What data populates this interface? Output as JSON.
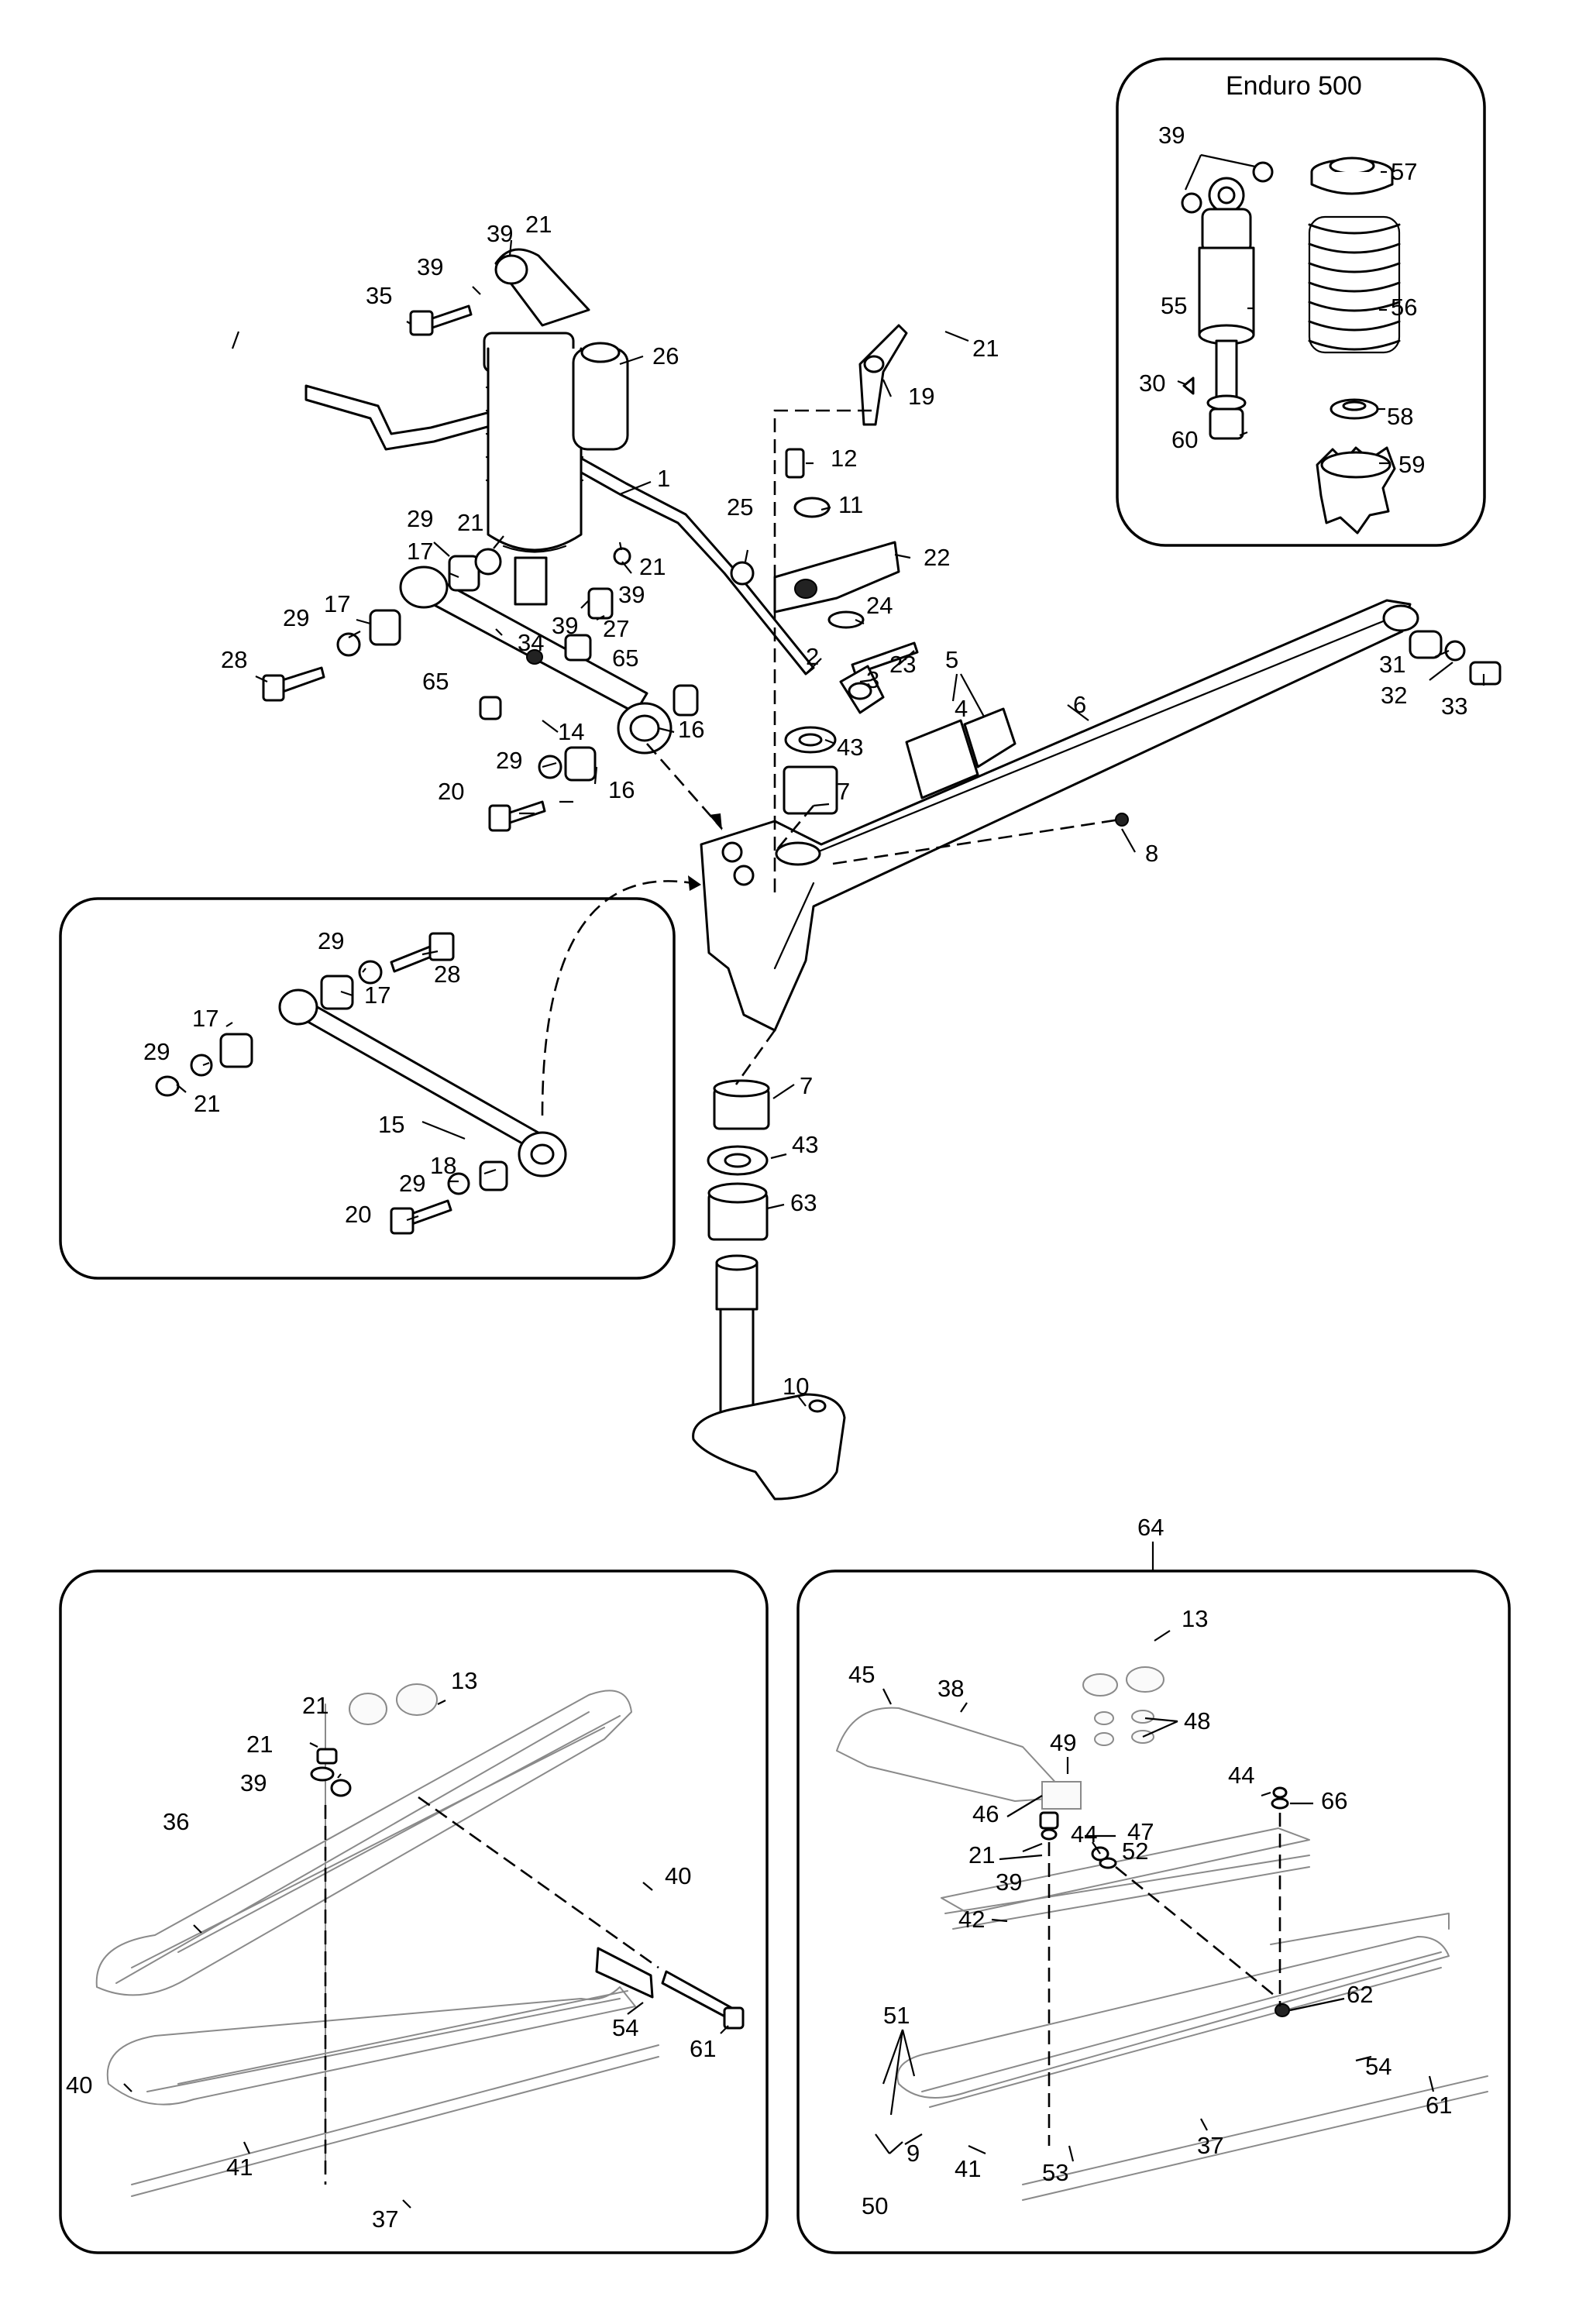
{
  "inset_title": "Enduro 500",
  "assembly_number": "64",
  "callouts": [
    {
      "id": "c1",
      "label": "1"
    },
    {
      "id": "c2",
      "label": "2"
    },
    {
      "id": "c3",
      "label": "3"
    },
    {
      "id": "c4",
      "label": "4"
    },
    {
      "id": "c5",
      "label": "5"
    },
    {
      "id": "c6",
      "label": "6"
    },
    {
      "id": "c7a",
      "label": "7"
    },
    {
      "id": "c8",
      "label": "8"
    },
    {
      "id": "c10",
      "label": "10"
    },
    {
      "id": "c11",
      "label": "11"
    },
    {
      "id": "c12",
      "label": "12"
    },
    {
      "id": "c14",
      "label": "14"
    },
    {
      "id": "c16a",
      "label": "16"
    },
    {
      "id": "c16b",
      "label": "16"
    },
    {
      "id": "c17a",
      "label": "17"
    },
    {
      "id": "c17b",
      "label": "17"
    },
    {
      "id": "c19",
      "label": "19"
    },
    {
      "id": "c20a",
      "label": "20"
    },
    {
      "id": "c21a",
      "label": "21"
    },
    {
      "id": "c21b",
      "label": "21"
    },
    {
      "id": "c21c",
      "label": "21"
    },
    {
      "id": "c21d",
      "label": "21"
    },
    {
      "id": "c22",
      "label": "22"
    },
    {
      "id": "c23",
      "label": "23"
    },
    {
      "id": "c24",
      "label": "24"
    },
    {
      "id": "c25",
      "label": "25"
    },
    {
      "id": "c26",
      "label": "26"
    },
    {
      "id": "c27",
      "label": "27"
    },
    {
      "id": "c28a",
      "label": "28"
    },
    {
      "id": "c29a",
      "label": "29"
    },
    {
      "id": "c29b",
      "label": "29"
    },
    {
      "id": "c29c",
      "label": "29"
    },
    {
      "id": "c31",
      "label": "31"
    },
    {
      "id": "c32",
      "label": "32"
    },
    {
      "id": "c33",
      "label": "33"
    },
    {
      "id": "c34",
      "label": "34"
    },
    {
      "id": "c35",
      "label": "35"
    },
    {
      "id": "c39a",
      "label": "39"
    },
    {
      "id": "c39b",
      "label": "39"
    },
    {
      "id": "c39c",
      "label": "39"
    },
    {
      "id": "c39d",
      "label": "39"
    },
    {
      "id": "c43a",
      "label": "43"
    },
    {
      "id": "c65a",
      "label": "65"
    },
    {
      "id": "c65b",
      "label": "65"
    },
    {
      "id": "c7b",
      "label": "7"
    },
    {
      "id": "c43b",
      "label": "43"
    },
    {
      "id": "c63",
      "label": "63"
    },
    {
      "id": "c15",
      "label": "15"
    },
    {
      "id": "c17c",
      "label": "17"
    },
    {
      "id": "c17d",
      "label": "17"
    },
    {
      "id": "c18",
      "label": "18"
    },
    {
      "id": "c20b",
      "label": "20"
    },
    {
      "id": "c21e",
      "label": "21"
    },
    {
      "id": "c28b",
      "label": "28"
    },
    {
      "id": "c29d",
      "label": "29"
    },
    {
      "id": "c29e",
      "label": "29"
    },
    {
      "id": "c29f",
      "label": "29"
    },
    {
      "id": "c39e",
      "label": "39"
    },
    {
      "id": "c55",
      "label": "55"
    },
    {
      "id": "c56",
      "label": "56"
    },
    {
      "id": "c57",
      "label": "57"
    },
    {
      "id": "c58",
      "label": "58"
    },
    {
      "id": "c59",
      "label": "59"
    },
    {
      "id": "c60",
      "label": "60"
    },
    {
      "id": "c30",
      "label": "30"
    },
    {
      "id": "c13a",
      "label": "13"
    },
    {
      "id": "c21f",
      "label": "21"
    },
    {
      "id": "c21g",
      "label": "21"
    },
    {
      "id": "c39f",
      "label": "39"
    },
    {
      "id": "c36",
      "label": "36"
    },
    {
      "id": "c40a",
      "label": "40"
    },
    {
      "id": "c40b",
      "label": "40"
    },
    {
      "id": "c54a",
      "label": "54"
    },
    {
      "id": "c61a",
      "label": "61"
    },
    {
      "id": "c41a",
      "label": "41"
    },
    {
      "id": "c37a",
      "label": "37"
    },
    {
      "id": "c13b",
      "label": "13"
    },
    {
      "id": "c45",
      "label": "45"
    },
    {
      "id": "c38",
      "label": "38"
    },
    {
      "id": "c48",
      "label": "48"
    },
    {
      "id": "c49",
      "label": "49"
    },
    {
      "id": "c44a",
      "label": "44"
    },
    {
      "id": "c66",
      "label": "66"
    },
    {
      "id": "c46",
      "label": "46"
    },
    {
      "id": "c47",
      "label": "47"
    },
    {
      "id": "c21h",
      "label": "21"
    },
    {
      "id": "c44b",
      "label": "44"
    },
    {
      "id": "c52",
      "label": "52"
    },
    {
      "id": "c39g",
      "label": "39"
    },
    {
      "id": "c42",
      "label": "42"
    },
    {
      "id": "c62",
      "label": "62"
    },
    {
      "id": "c51",
      "label": "51"
    },
    {
      "id": "c54b",
      "label": "54"
    },
    {
      "id": "c61b",
      "label": "61"
    },
    {
      "id": "c9",
      "label": "9"
    },
    {
      "id": "c50",
      "label": "50"
    },
    {
      "id": "c41b",
      "label": "41"
    },
    {
      "id": "c53",
      "label": "53"
    },
    {
      "id": "c37b",
      "label": "37"
    }
  ]
}
